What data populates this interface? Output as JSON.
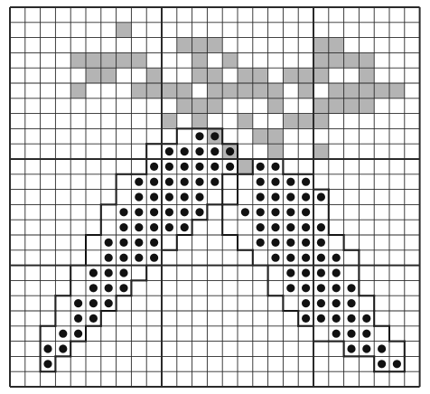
{
  "pattern": {
    "grid_cols": 27,
    "grid_rows": 25,
    "section_divider_cols": [
      10,
      20
    ],
    "section_divider_rows": [
      10,
      17
    ],
    "colors": {
      "background": "#ffffff",
      "grid_line": "#2a2a2a",
      "shade": "#b4b4b4",
      "stitch": "#111111"
    },
    "shaded_cells": {
      "1": [
        7
      ],
      "2": [
        11,
        12,
        13,
        20,
        21
      ],
      "3": [
        4,
        5,
        6,
        7,
        8,
        12,
        14,
        20,
        21,
        22,
        23
      ],
      "4": [
        5,
        6,
        9,
        12,
        13,
        15,
        16,
        18,
        19,
        20,
        23
      ],
      "5": [
        4,
        8,
        9,
        10,
        11,
        13,
        14,
        15,
        16,
        17,
        19,
        21,
        22,
        23,
        24,
        25
      ],
      "6": [
        11,
        12,
        13,
        17,
        20,
        21,
        22,
        23
      ],
      "7": [
        10,
        12,
        15,
        18,
        19,
        20
      ],
      "8": [
        13,
        16,
        17
      ],
      "9": [
        14,
        17,
        20
      ],
      "10": [
        15
      ]
    },
    "outlined_cells": {
      "8": [
        11,
        12,
        13
      ],
      "9": [
        9,
        10,
        11,
        12,
        13,
        14
      ],
      "10": [
        9,
        10,
        11,
        12,
        13,
        14,
        16,
        17
      ],
      "11": [
        7,
        8,
        9,
        10,
        11,
        12,
        13,
        15,
        16,
        17,
        18,
        19
      ],
      "12": [
        7,
        8,
        9,
        10,
        11,
        12,
        13,
        15,
        16,
        17,
        18,
        19,
        20
      ],
      "13": [
        6,
        7,
        8,
        9,
        10,
        11,
        12,
        14,
        15,
        16,
        17,
        18,
        19,
        20
      ],
      "14": [
        6,
        7,
        8,
        9,
        10,
        11,
        14,
        15,
        16,
        17,
        18,
        19,
        20
      ],
      "15": [
        5,
        6,
        7,
        8,
        9,
        10,
        15,
        16,
        17,
        18,
        19,
        20,
        21
      ],
      "16": [
        5,
        6,
        7,
        8,
        9,
        16,
        17,
        18,
        19,
        20,
        21,
        22
      ],
      "17": [
        4,
        5,
        6,
        7,
        8,
        17,
        18,
        19,
        20,
        21,
        22
      ],
      "18": [
        4,
        5,
        6,
        7,
        17,
        18,
        19,
        20,
        21,
        22
      ],
      "19": [
        3,
        4,
        5,
        6,
        18,
        19,
        20,
        21,
        22,
        23
      ],
      "20": [
        3,
        4,
        5,
        19,
        20,
        21,
        22,
        23
      ],
      "21": [
        2,
        3,
        4,
        20,
        21,
        22,
        23,
        24
      ],
      "22": [
        2,
        3,
        22,
        23,
        24,
        25
      ],
      "23": [
        2,
        24,
        25
      ]
    },
    "stitched_cells": {
      "8": [
        12,
        13
      ],
      "9": [
        10,
        11,
        12,
        13,
        14
      ],
      "10": [
        9,
        10,
        11,
        12,
        13,
        14,
        16,
        17
      ],
      "11": [
        8,
        9,
        10,
        11,
        12,
        13,
        16,
        17,
        18,
        19
      ],
      "12": [
        8,
        9,
        10,
        11,
        12,
        16,
        17,
        18,
        19,
        20
      ],
      "13": [
        7,
        8,
        9,
        10,
        11,
        12,
        15,
        16,
        17,
        18,
        19
      ],
      "14": [
        7,
        8,
        9,
        10,
        11,
        16,
        17,
        18,
        19,
        20
      ],
      "15": [
        6,
        7,
        8,
        9,
        16,
        17,
        18,
        19,
        20
      ],
      "16": [
        6,
        7,
        8,
        9,
        17,
        18,
        19,
        20,
        21
      ],
      "17": [
        5,
        6,
        7,
        18,
        19,
        20,
        21
      ],
      "18": [
        5,
        6,
        7,
        18,
        19,
        20,
        21,
        22
      ],
      "19": [
        4,
        5,
        6,
        19,
        20,
        21,
        22
      ],
      "20": [
        4,
        5,
        19,
        20,
        21,
        22,
        23
      ],
      "21": [
        3,
        4,
        21,
        22,
        23
      ],
      "22": [
        2,
        3,
        22,
        23,
        24
      ],
      "23": [
        2,
        24,
        25
      ]
    }
  }
}
